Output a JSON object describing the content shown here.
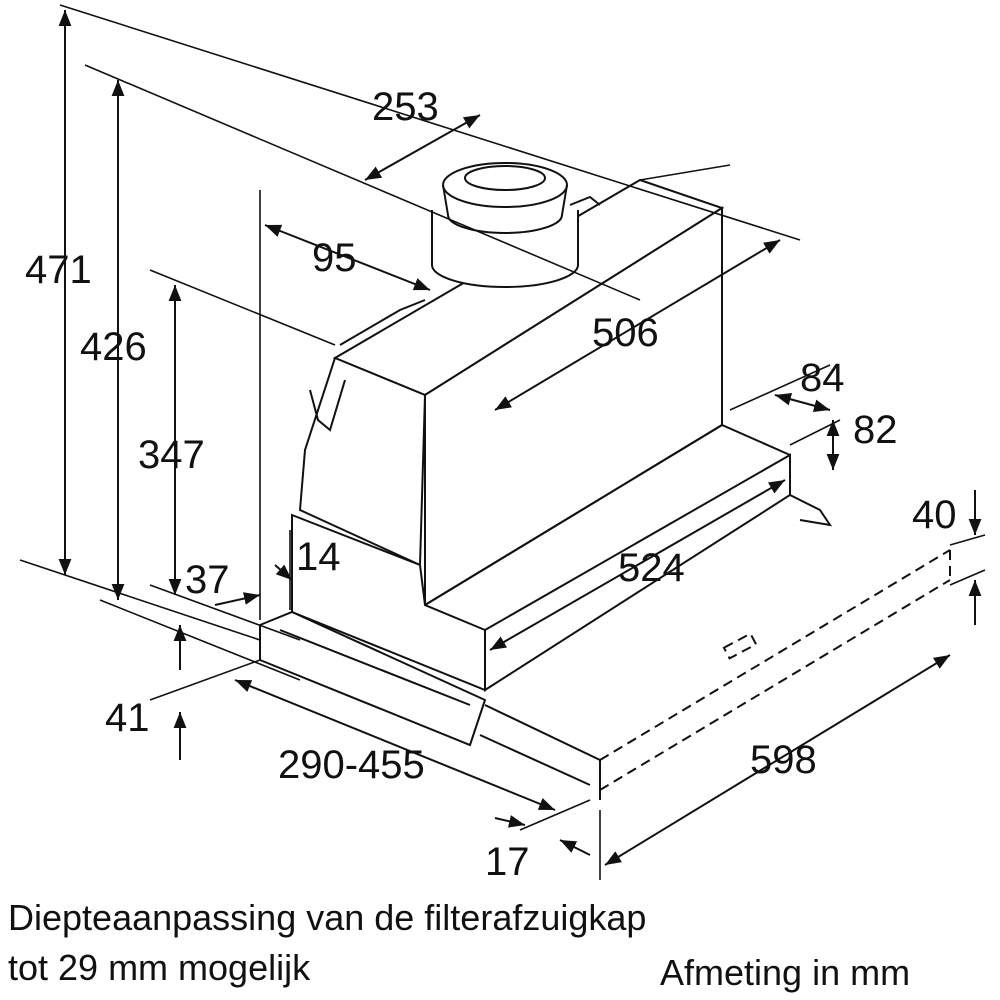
{
  "title": "Diepteaanpassing van de filterafzuigkap",
  "subtitle": "tot 29 mm mogelijk",
  "units_note": "Afmeting in mm",
  "dimensions": {
    "d471": "471",
    "d426": "426",
    "d347": "347",
    "d253": "253",
    "d95": "95",
    "d506": "506",
    "d84": "84",
    "d82": "82",
    "d40": "40",
    "d524": "524",
    "d37": "37",
    "d14": "14",
    "d41": "41",
    "d290_455": "290-455",
    "d598": "598",
    "d17": "17"
  }
}
